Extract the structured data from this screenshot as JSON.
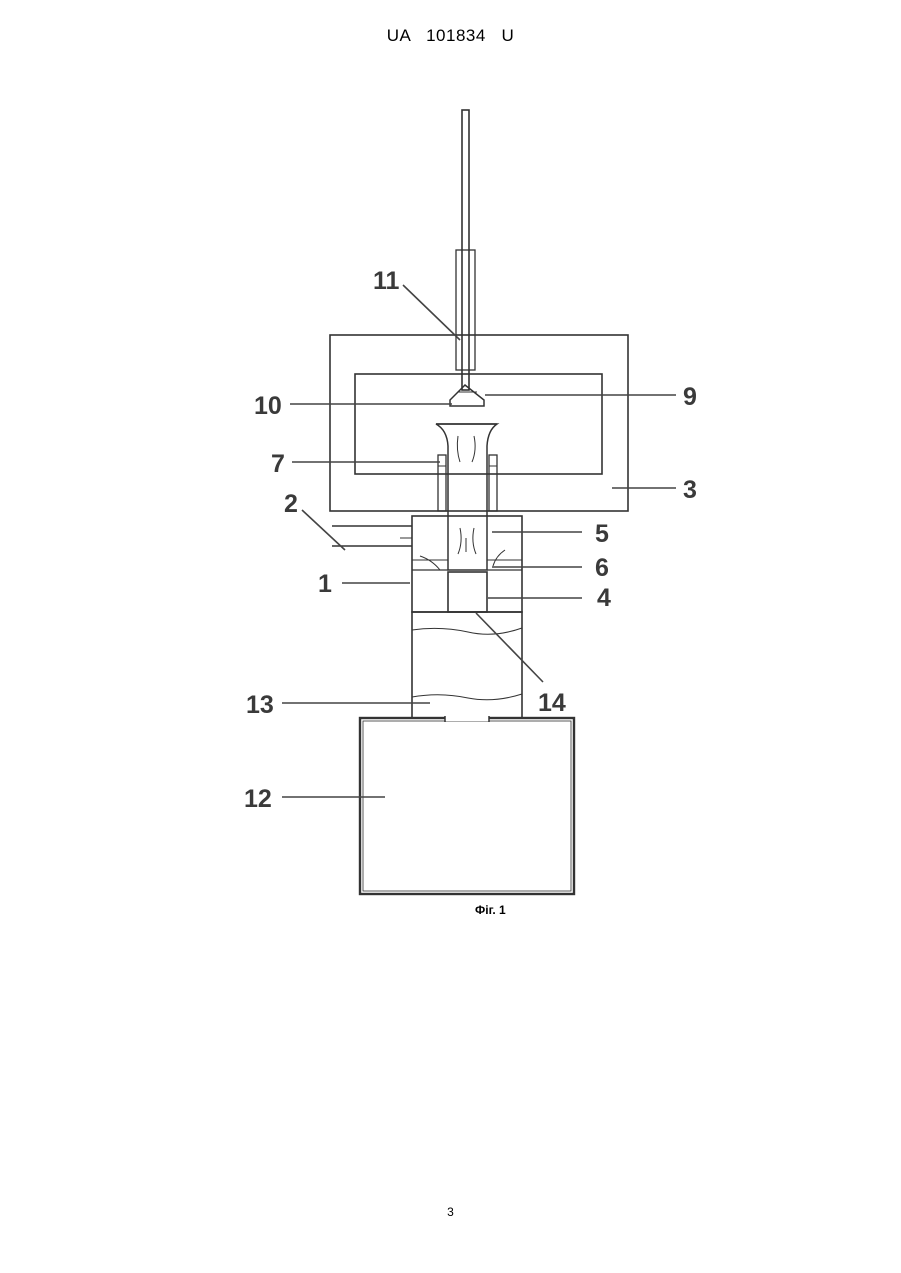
{
  "header": {
    "doc_number": "UA   101834   U"
  },
  "figure": {
    "caption": "Фіг. 1",
    "labels": {
      "l1": "1",
      "l2": "2",
      "l3": "3",
      "l4": "4",
      "l5": "5",
      "l6": "6",
      "l7": "7",
      "l9": "9",
      "l10": "10",
      "l11": "11",
      "l12": "12",
      "l13": "13",
      "l14": "14"
    }
  },
  "footer": {
    "page_number": "3"
  }
}
